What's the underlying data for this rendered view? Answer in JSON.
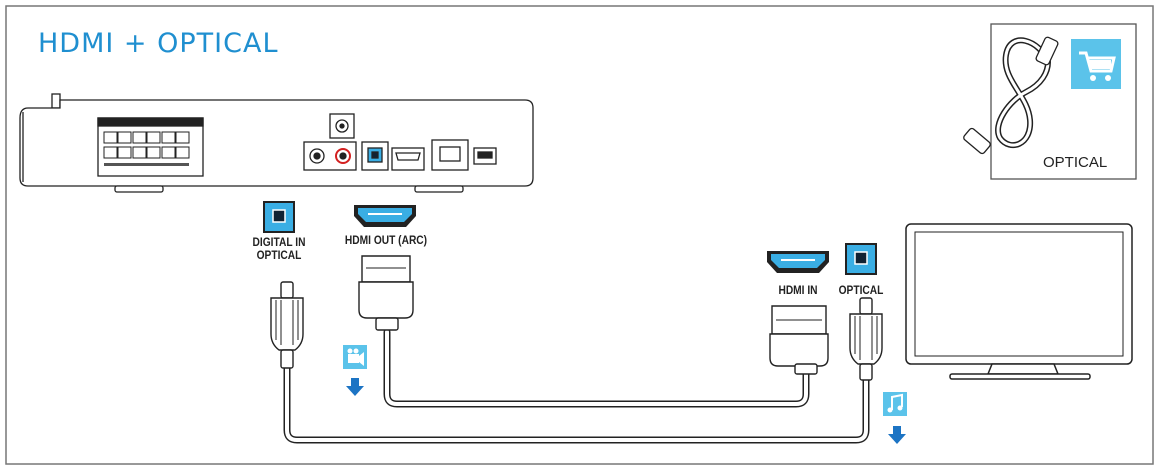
{
  "title": "HDMI + OPTICAL",
  "cable_box_label": "OPTICAL",
  "ports": {
    "digital_in_optical": "DIGITAL IN\nOPTICAL",
    "hdmi_out_arc": "HDMI OUT (ARC)",
    "hdmi_in": "HDMI IN",
    "optical": "OPTICAL"
  },
  "icons": {
    "cart": "cart-icon",
    "video": "video-camera-icon",
    "audio": "music-note-icon",
    "arrow": "arrow-down-icon"
  },
  "colors": {
    "accent": "#1f8fd0",
    "icon_bg": "#5bc3ea",
    "arrow": "#1c74c4",
    "line": "#222222"
  }
}
